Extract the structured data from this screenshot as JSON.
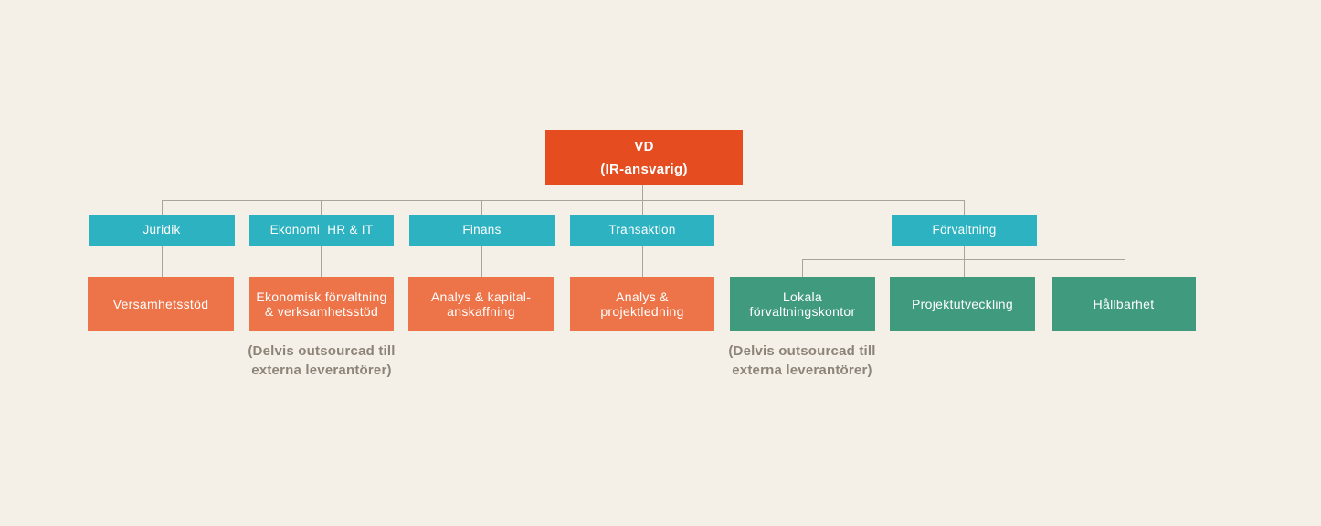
{
  "colors": {
    "background": "#F4EFE7",
    "root_box": "#E54D21",
    "level2_box": "#2CB2C1",
    "orange_box": "#ED7449",
    "green_box": "#3F9A7E",
    "connector_line": "#A9A399",
    "note_text": "#8C8478"
  },
  "org": {
    "root": {
      "label": "VD\n(IR-ansvarig)"
    },
    "level2": [
      {
        "label": "Juridik"
      },
      {
        "label": "Ekonomi  HR & IT"
      },
      {
        "label": "Finans"
      },
      {
        "label": "Transaktion"
      },
      {
        "label": "Förvaltning"
      }
    ],
    "level3": [
      {
        "label": "Versamhetsstöd"
      },
      {
        "label": "Ekonomisk förvaltning\n& verksamhetsstöd"
      },
      {
        "label": "Analys & kapital-\nanskaffning"
      },
      {
        "label": "Analys &\nprojektledning"
      },
      {
        "label": "Lokala\nförvaltningskontor"
      },
      {
        "label": "Projektutveckling"
      },
      {
        "label": "Hållbarhet"
      }
    ],
    "notes": [
      {
        "text": "(Delvis outsourcad till\nexterna leverantörer)"
      },
      {
        "text": "(Delvis outsourcad till\nexterna leverantörer)"
      }
    ]
  }
}
